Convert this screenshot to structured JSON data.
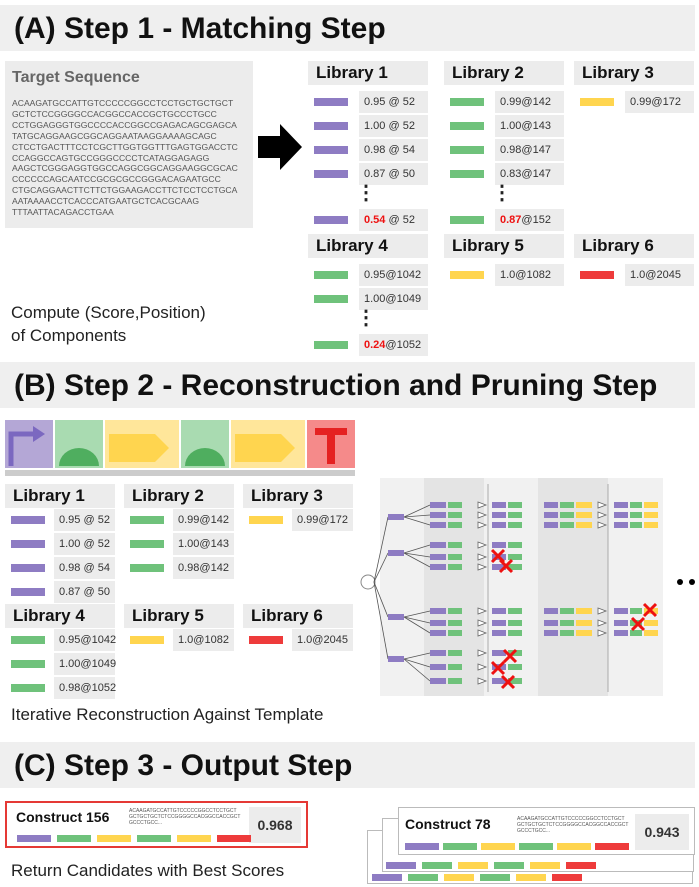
{
  "colors": {
    "purple": "#8e7cc3",
    "green": "#6fc27b",
    "yellow": "#ffd54f",
    "red": "#ee3b3b"
  },
  "step1": {
    "title": "(A) Step 1  - Matching Step",
    "target_title": "Target Sequence",
    "target_seq": "ACAAGATGCCATTGTCCCCCGGCCTCCTGCTGCTGCT\nGCTCTCCGGGGCCACGGCCACCGCTGCCCTGCC\nCCTGGAGGGTGGCCCCACCGGCCGAGACAGCGAGCA\nTATGCAGGAAGCGGCAGGAATAAGGAAAAGCAGC\nCTCCTGACTTTCCTCGCTTGGTGGTTTGAGTGGACCTC\nCCAGGCCAGTGCCGGGCCCCTCATAGGAGAGG\nAAGCTCGGGAGGTGGCCAGGCGGCAGGAAGGCGCAC\nCCCCCCAGCAATCCGCGCGCCGGGACAGAATGCC\nCTGCAGGAACTTCTTCTGGAAGACCTTCTCCTCCTGCA\nAATAAAACCTCACCCATGAATGCTCACGCAAG\nTTTAATTACAGACCTGAA",
    "caption_line1": "Compute (Score,Position)",
    "caption_line2": "of Components",
    "libraries": [
      {
        "name": "Library 1",
        "chips": [
          {
            "color": "purple",
            "score": "0.95",
            "pos": " @ 52"
          },
          {
            "color": "purple",
            "score": "1.00",
            "pos": " @ 52"
          },
          {
            "color": "purple",
            "score": "0.98",
            "pos": " @ 54"
          },
          {
            "color": "purple",
            "score": "0.87",
            "pos": " @ 50"
          }
        ],
        "last": {
          "color": "purple",
          "score": "0.54",
          "pos": " @ 52"
        }
      },
      {
        "name": "Library 2",
        "chips": [
          {
            "color": "green",
            "score": "0.99",
            "pos": "@142"
          },
          {
            "color": "green",
            "score": "1.00",
            "pos": "@143"
          },
          {
            "color": "green",
            "score": "0.98",
            "pos": "@147"
          },
          {
            "color": "green",
            "score": "0.83",
            "pos": "@147"
          }
        ],
        "last": {
          "color": "green",
          "score": "0.87",
          "pos": "@152"
        }
      },
      {
        "name": "Library 3",
        "chips": [
          {
            "color": "yellow",
            "score": "0.99",
            "pos": "@172"
          }
        ]
      },
      {
        "name": "Library 4",
        "chips": [
          {
            "color": "green",
            "score": "0.95",
            "pos": "@1042"
          },
          {
            "color": "green",
            "score": "1.00",
            "pos": "@1049"
          }
        ],
        "last": {
          "color": "green",
          "score": "0.24",
          "pos": "@1052"
        }
      },
      {
        "name": "Library 5",
        "chips": [
          {
            "color": "yellow",
            "score": "1.0",
            "pos": "@1082"
          }
        ]
      },
      {
        "name": "Library 6",
        "chips": [
          {
            "color": "red",
            "score": "1.0",
            "pos": "@2045"
          }
        ]
      }
    ]
  },
  "step2": {
    "title": "(B) Step 2  - Reconstruction and Pruning Step",
    "caption": "Iterative Reconstruction Against Template",
    "libraries": [
      {
        "name": "Library 1",
        "chips": [
          {
            "color": "purple",
            "score": "0.95",
            "pos": " @ 52"
          },
          {
            "color": "purple",
            "score": "1.00",
            "pos": " @ 52"
          },
          {
            "color": "purple",
            "score": "0.98",
            "pos": " @ 54"
          },
          {
            "color": "purple",
            "score": "0.87",
            "pos": " @ 50"
          }
        ]
      },
      {
        "name": "Library 2",
        "chips": [
          {
            "color": "green",
            "score": "0.99",
            "pos": "@142"
          },
          {
            "color": "green",
            "score": "1.00",
            "pos": "@143"
          },
          {
            "color": "green",
            "score": "0.98",
            "pos": "@142"
          }
        ]
      },
      {
        "name": "Library 3",
        "chips": [
          {
            "color": "yellow",
            "score": "0.99",
            "pos": "@172"
          }
        ]
      },
      {
        "name": "Library 4",
        "chips": [
          {
            "color": "green",
            "score": "0.95",
            "pos": "@1042"
          },
          {
            "color": "green",
            "score": "1.00",
            "pos": "@1049"
          },
          {
            "color": "green",
            "score": "0.98",
            "pos": "@1052"
          }
        ]
      },
      {
        "name": "Library 5",
        "chips": [
          {
            "color": "yellow",
            "score": "1.0",
            "pos": "@1082"
          }
        ]
      },
      {
        "name": "Library 6",
        "chips": [
          {
            "color": "red",
            "score": "1.0",
            "pos": "@2045"
          }
        ]
      }
    ]
  },
  "step3": {
    "title": "(C) Step 3  - Output Step",
    "caption": "Return Candidates with Best Scores",
    "best": {
      "name": "Construct 156",
      "seq": "ACAAGATGCCATTGTCCCCCGGCCTCCTGCT\nGCTGCTGCTCTCCGGGGCCACGGCCACCGCT\nGCCCTGCC...",
      "score": "0.968"
    },
    "other": {
      "name": "Construct 78",
      "seq": "ACAAGATGCCATTGTCCCCCGGCCTCCTGCT\nGCTGCTGCTCTCCGGGGCCACGGCCACCGCT\nGCCCTGCC...",
      "score": "0.943"
    }
  }
}
